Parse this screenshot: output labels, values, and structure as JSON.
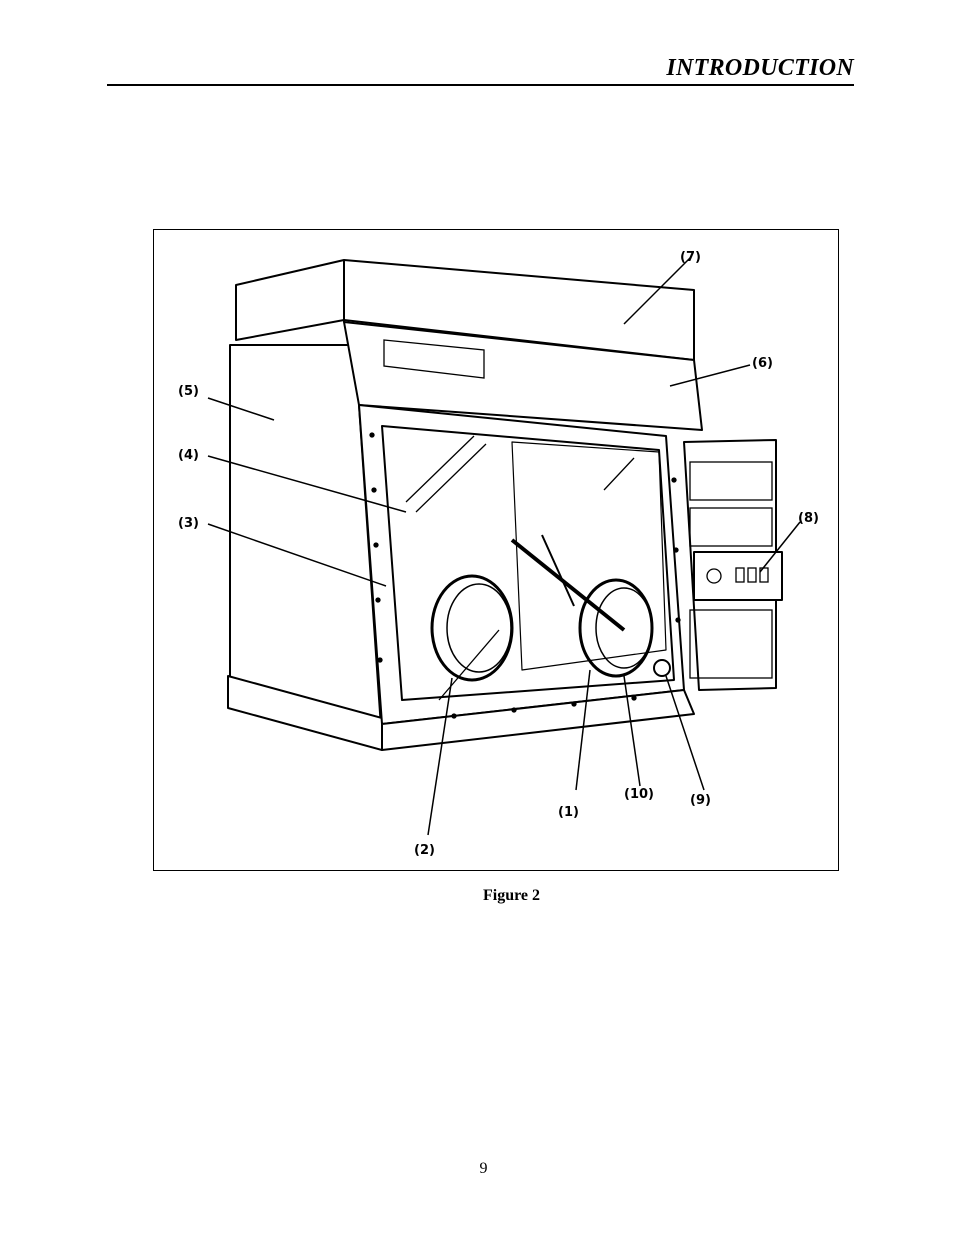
{
  "header": {
    "title": "INTRODUCTION"
  },
  "figure": {
    "callouts": {
      "c1": "(1)",
      "c2": "(2)",
      "c3": "(3)",
      "c4": "(4)",
      "c5": "(5)",
      "c6": "(6)",
      "c7": "(7)",
      "c8": "(8)",
      "c9": "(9)",
      "c10": "(10)"
    },
    "caption": "Figure 2"
  },
  "footer": {
    "page_number": "9"
  }
}
